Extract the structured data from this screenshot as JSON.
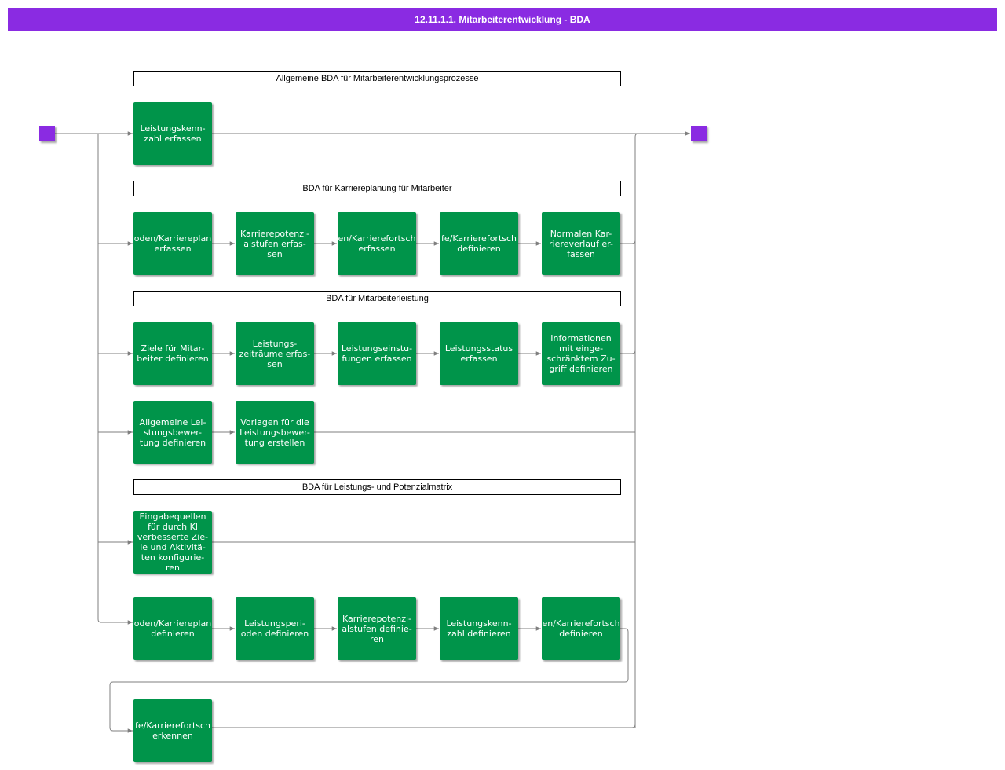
{
  "title": "12.11.1.1. Mitarbeiterentwicklung - BDA",
  "colors": {
    "title_bar": "#8a2be2",
    "node_fill": "#00944a",
    "terminal": "#8a2be2",
    "connector": "#7f7f7f"
  },
  "sections": {
    "general": "Allgemeine BDA für Mitarbeiterentwicklungsprozesse",
    "career": "BDA für Karriereplanung für Mitarbeiter",
    "performance": "BDA für Mitarbeiterleistung",
    "matrix": "BDA für Leistungs- und Potenzialmatrix"
  },
  "nodes": {
    "kpi_capture": "Leistungskenn-\nzahl erfassen",
    "career_periods_capture": "oden/Karriereplan\nerfassen",
    "potential_levels_capture": "Karrierepotenzi-\nalstufen erfas-\nsen",
    "career_progress_capture": "en/Karrierefortsch\nerfassen",
    "career_level_define": "fe/Karrierefortsch\ndefinieren",
    "normal_career_capture": "Normalen Kar-\nriereverlauf er-\nfassen",
    "goals_define": "Ziele für Mitar-\nbeiter definieren",
    "performance_periods_capture": "Leistungs-\nzeiträume erfas-\nsen",
    "ratings_capture": "Leistungseinstu-\nfungen erfassen",
    "status_capture": "Leistungsstatus\nerfassen",
    "restricted_info_define": "Informationen\nmit einge-\nschränktem Zu-\ngriff definieren",
    "general_appraisal_define": "Allgemeine Lei-\nstungsbewer-\ntung definieren",
    "appraisal_templates_create": "Vorlagen für die\nLeistungsbewer-\ntung erstellen",
    "ai_sources_configure": "Eingabequellen\nfür durch KI\nverbesserte Zie-\nle und Aktivitä-\nten konfigurie-\nren",
    "career_periods_define": "oden/Karriereplan\ndefinieren",
    "performance_periods_define": "Leistungsperi-\noden definieren",
    "potential_levels_define": "Karrierepotenzi-\nalstufen definie-\nren",
    "kpi_define": "Leistungskenn-\nzahl definieren",
    "career_progress_define": "en/Karrierefortsch\ndefinieren",
    "career_level_recognize": "fe/Karrierefortsch\nerkennen"
  }
}
